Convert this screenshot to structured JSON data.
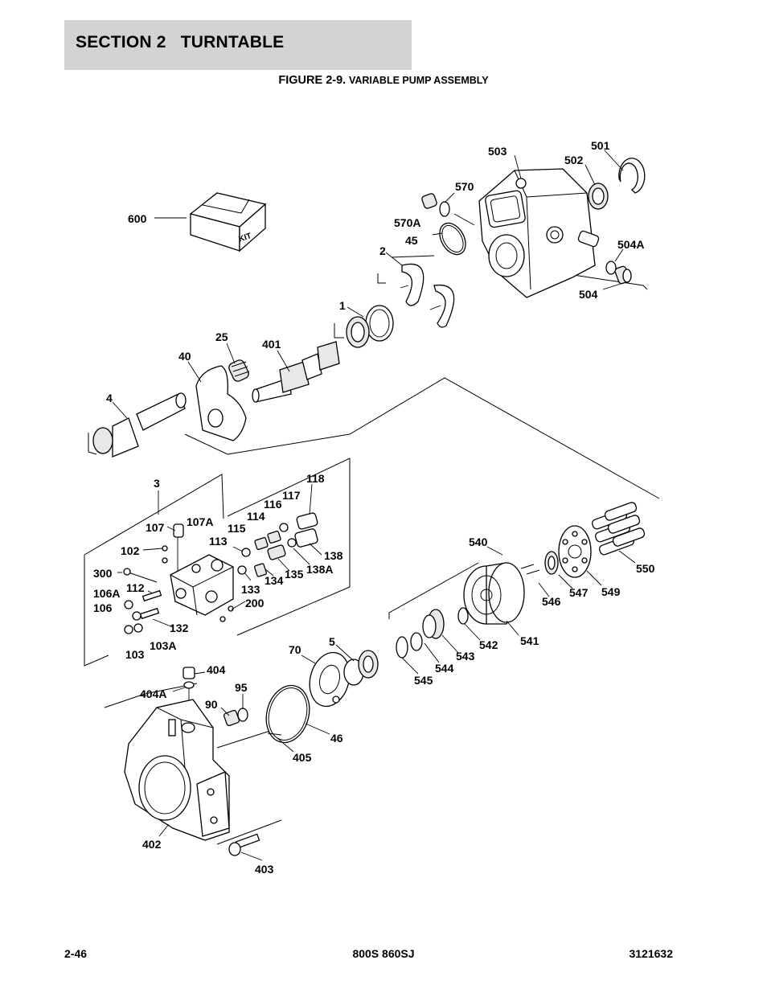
{
  "header": {
    "section_title": "SECTION 2   TURNTABLE"
  },
  "figure": {
    "number": "FIGURE 2-9.",
    "name": "VARIABLE PUMP ASSEMBLY"
  },
  "diagram": {
    "kit_box_text": "KIT",
    "callouts": [
      "600",
      "501",
      "502",
      "503",
      "570",
      "570A",
      "45",
      "504A",
      "504",
      "2",
      "1",
      "25",
      "401",
      "40",
      "4",
      "3",
      "107",
      "107A",
      "102",
      "300",
      "106A",
      "112",
      "106",
      "132",
      "103A",
      "103",
      "118",
      "117",
      "116",
      "114",
      "115",
      "113",
      "133",
      "134",
      "135",
      "138A",
      "138",
      "200",
      "540",
      "550",
      "546",
      "547",
      "549",
      "541",
      "542",
      "543",
      "544",
      "545",
      "70",
      "5",
      "404",
      "404A",
      "95",
      "90",
      "46",
      "405",
      "402",
      "403"
    ]
  },
  "footer": {
    "page": "2-46",
    "model": "800S 860SJ",
    "doc_number": "3121632"
  }
}
